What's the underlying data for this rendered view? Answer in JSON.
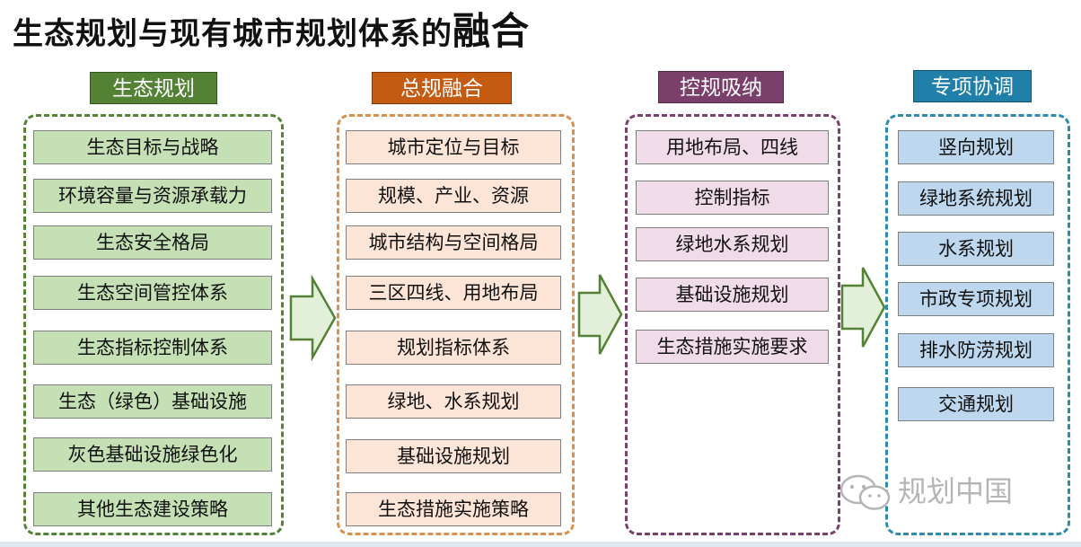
{
  "title": {
    "main": "生态规划与现有城市规划体系的",
    "emphasis": "融合"
  },
  "colors": {
    "col1": "#548235",
    "col1_fill": "#c5e0b4",
    "col2": "#c55a11",
    "col2_fill": "#fce4d6",
    "col2_border": "#d9904b",
    "col3": "#7b3f6b",
    "col3_fill": "#f0dbe8",
    "col4": "#1f7fa8",
    "col4_fill": "#bdd7ee",
    "col4_border": "#2e8bb0",
    "arrow_fill": "#e2efd9",
    "arrow_stroke": "#548235"
  },
  "columns": [
    {
      "header": "生态规划",
      "items": [
        "生态目标与战略",
        "环境容量与资源承载力",
        "生态安全格局",
        "生态空间管控体系",
        "生态指标控制体系",
        "生态（绿色）基础设施",
        "灰色基础设施绿色化",
        "其他生态建设策略"
      ]
    },
    {
      "header": "总规融合",
      "items": [
        "城市定位与目标",
        "规模、产业、资源",
        "城市结构与空间格局",
        "三区四线、用地布局",
        "规划指标体系",
        "绿地、水系规划",
        "基础设施规划",
        "生态措施实施策略"
      ]
    },
    {
      "header": "控规吸纳",
      "items": [
        "用地布局、四线",
        "控制指标",
        "绿地水系规划",
        "基础设施规划",
        "生态措施实施要求"
      ]
    },
    {
      "header": "专项协调",
      "items": [
        "竖向规划",
        "绿地系统规划",
        "水系规划",
        "市政专项规划",
        "排水防涝规划",
        "交通规划"
      ]
    }
  ],
  "watermark": "规划中国"
}
